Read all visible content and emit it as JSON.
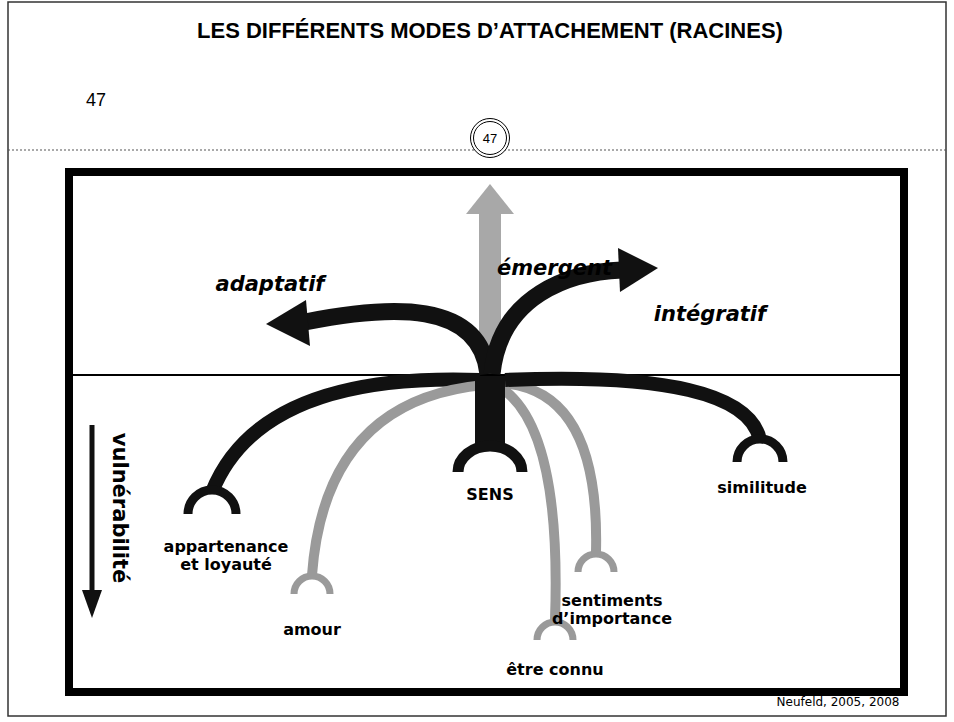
{
  "diagram": {
    "title": "LES DIFFÉRENTS MODES D’ATTACHEMENT (RACINES)",
    "nodes": [
      {
        "text": [
          "47"
        ]
      }
    ],
    "labels": [
      "47",
      "émergent",
      "adaptatif",
      "intégratif",
      "vulnérabilité",
      "SENS",
      "appartenance et loyauté",
      "amour",
      "être connu",
      "sentiments d’importance",
      "similitude",
      "Neufeld, 2005, 2008"
    ]
  }
}
